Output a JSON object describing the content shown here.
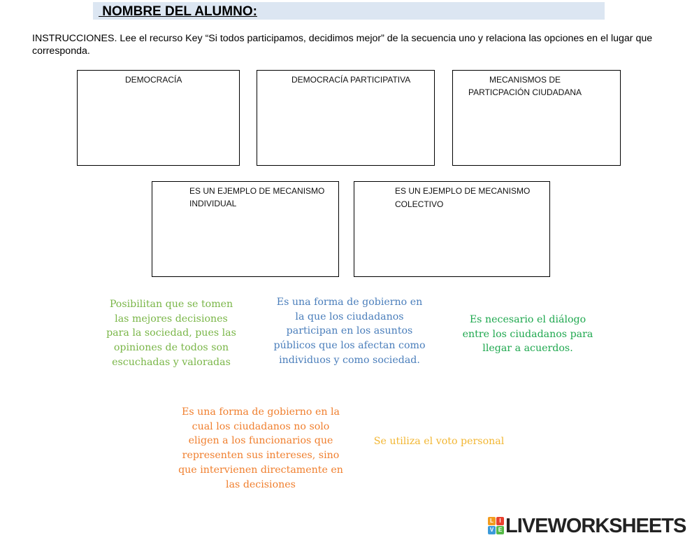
{
  "header": {
    "student_label": " NOMBRE DEL ALUMNO:"
  },
  "instructions": "INSTRUCCIONES. Lee el recurso Key “Si todos participamos, decidimos mejor” de la secuencia uno y relaciona las opciones en el lugar que corresponda.",
  "drop_boxes": [
    {
      "label": "DEMOCRACÍA"
    },
    {
      "label": "DEMOCRACÍA PARTICIPATIVA"
    },
    {
      "label_line1": "MECANISMOS DE",
      "label_line2": "PARTICPACIÓN CIUDADANA"
    },
    {
      "label_line1": "ES UN EJEMPLO DE MECANISMO",
      "label_line2": "INDIVIDUAL"
    },
    {
      "label_line1": "ES UN EJEMPLO DE MECANISMO",
      "label_line2": "COLECTIVO"
    }
  ],
  "cards": [
    {
      "lines": [
        "Posibilitan que se tomen",
        "las mejores decisiones",
        "para la sociedad, pues las",
        "opiniones de todos son",
        "escuchadas y valoradas"
      ],
      "color": "#7ab648"
    },
    {
      "lines": [
        "Es una forma de gobierno en",
        "la que los ciudadanos",
        "participan en los asuntos",
        "públicos que los afectan como",
        "individuos y como sociedad."
      ],
      "color": "#4a7ebb"
    },
    {
      "lines": [
        "Es necesario el diálogo",
        "entre los ciudadanos para",
        "llegar a acuerdos."
      ],
      "color": "#1fa84f"
    },
    {
      "lines": [
        "Es una forma de gobierno en la",
        "cual los ciudadanos no solo",
        "eligen a los funcionarios que",
        "representen sus intereses, sino",
        "que intervienen directamente en",
        "las decisiones"
      ],
      "color": "#f07f2e"
    },
    {
      "lines": [
        "Se utiliza el voto personal"
      ],
      "color": "#f2b632"
    }
  ],
  "logo": {
    "text": "LIVEWORKSHEETS",
    "tiles": [
      "L",
      "I",
      "V",
      "E"
    ],
    "tile_colors": [
      "#f29c1f",
      "#e8412f",
      "#3b9ad9",
      "#55b947"
    ]
  }
}
